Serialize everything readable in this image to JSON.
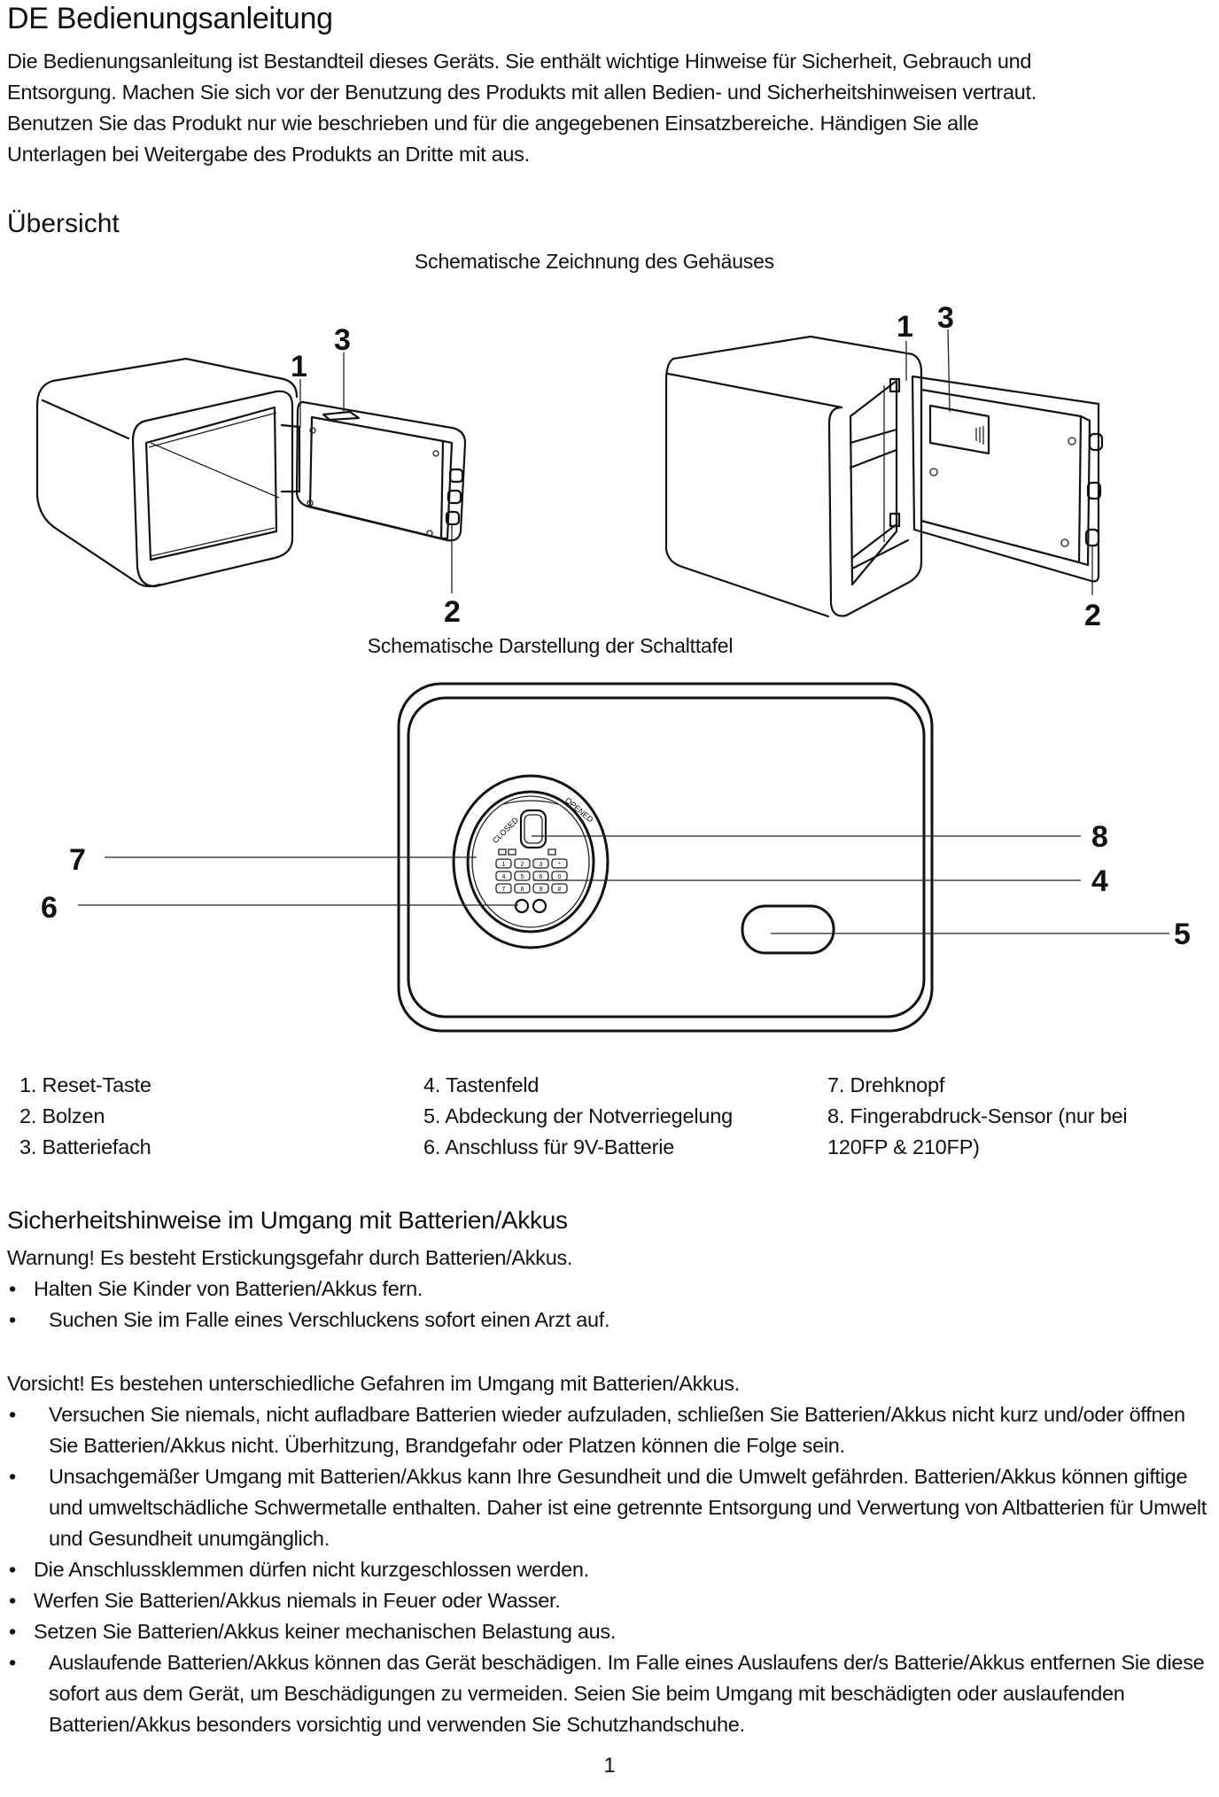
{
  "document": {
    "title": "DE Bedienungsanleitung",
    "intro": "Die Bedienungsanleitung ist Bestandteil dieses Geräts. Sie enthält wichtige Hinweise für Sicherheit, Gebrauch und Entsorgung. Machen Sie sich vor der Benutzung des Produkts mit allen Bedien- und Sicherheitshinweisen vertraut. Benutzen Sie das Produkt nur wie beschrieben und für die angegebenen Einsatzbereiche. Händigen Sie alle Unterlagen bei Weitergabe des Produkts an Dritte mit aus.",
    "intro_lines": [
      "Die Bedienungsanleitung ist Bestandteil dieses Geräts. Sie enthält wichtige Hinweise für Sicherheit, Gebrauch und",
      "Entsorgung. Machen Sie sich vor der Benutzung des Produkts mit allen Bedien- und Sicherheitshinweisen vertraut.",
      "Benutzen Sie das Produkt nur wie beschrieben und für die angegebenen Einsatzbereiche. Händigen Sie alle",
      "Unterlagen bei Weitergabe des Produkts an Dritte mit aus."
    ],
    "page_number": "1"
  },
  "overview": {
    "heading": "Übersicht",
    "figure_housing": {
      "caption": "Schematische Zeichnung des Gehäuses",
      "left_callouts": [
        "1",
        "3",
        "2"
      ],
      "right_callouts": [
        "1",
        "3",
        "2"
      ]
    },
    "figure_panel": {
      "caption": "Schematische Darstellung der Schalttafel",
      "callouts": [
        "7",
        "6",
        "8",
        "4",
        "5"
      ],
      "dial_labels": {
        "closed": "CLOSED",
        "opened": "OPENED"
      },
      "keypad_keys": [
        "1",
        "2",
        "3",
        "*",
        "4",
        "5",
        "6",
        "0",
        "7",
        "8",
        "9",
        "#"
      ]
    },
    "legend": [
      {
        "number": "1.",
        "label": "Reset-Taste"
      },
      {
        "number": "2.",
        "label": "Bolzen"
      },
      {
        "number": "3.",
        "label": "Batteriefach"
      },
      {
        "number": "4.",
        "label": "Tastenfeld"
      },
      {
        "number": "5.",
        "label": "Abdeckung der Notverriegelung"
      },
      {
        "number": "6.",
        "label": "Anschluss für 9V-Batterie"
      },
      {
        "number": "7.",
        "label": "Drehknopf"
      },
      {
        "number": "8.",
        "label": "Fingerabdruck-Sensor (nur bei"
      },
      {
        "number": "",
        "label": "120FP & 210FP)"
      }
    ]
  },
  "safety": {
    "heading": "Sicherheitshinweise im Umgang mit Batterien/Akkus",
    "warning": "Warnung! Es besteht Erstickungsgefahr durch Batterien/Akkus.",
    "warning_bullets": [
      "Halten Sie Kinder von Batterien/Akkus fern.",
      "Suchen Sie im Falle eines Verschluckens sofort einen Arzt auf."
    ],
    "caution": "Vorsicht! Es bestehen unterschiedliche Gefahren im Umgang mit Batterien/Akkus.",
    "caution_bullets": [
      "Versuchen Sie niemals, nicht aufladbare Batterien wieder aufzuladen, schließen Sie Batterien/Akkus nicht kurz und/oder öffnen Sie Batterien/Akkus nicht. Überhitzung, Brandgefahr oder Platzen können die Folge sein.",
      "Unsachgemäßer Umgang mit Batterien/Akkus kann Ihre Gesundheit und die Umwelt gefährden. Batterien/Akkus können giftige und umweltschädliche Schwermetalle enthalten. Daher ist eine getrennte Entsorgung und Verwertung von Altbatterien für Umwelt und Gesundheit unumgänglich.",
      "Die Anschlussklemmen dürfen nicht kurzgeschlossen werden.",
      "Werfen Sie Batterien/Akkus niemals in Feuer oder Wasser.",
      "Setzen Sie Batterien/Akkus keiner mechanischen Belastung aus.",
      "Auslaufende Batterien/Akkus können das Gerät beschädigen. Im Falle eines Auslaufens der/s Batterie/Akkus entfernen Sie diese sofort aus dem Gerät, um Beschädigungen zu vermeiden. Seien Sie beim Umgang mit beschädigten oder auslaufenden Batterien/Akkus besonders vorsichtig und verwenden Sie Schutzhandschuhe."
    ],
    "bullet_glyph": "•"
  }
}
